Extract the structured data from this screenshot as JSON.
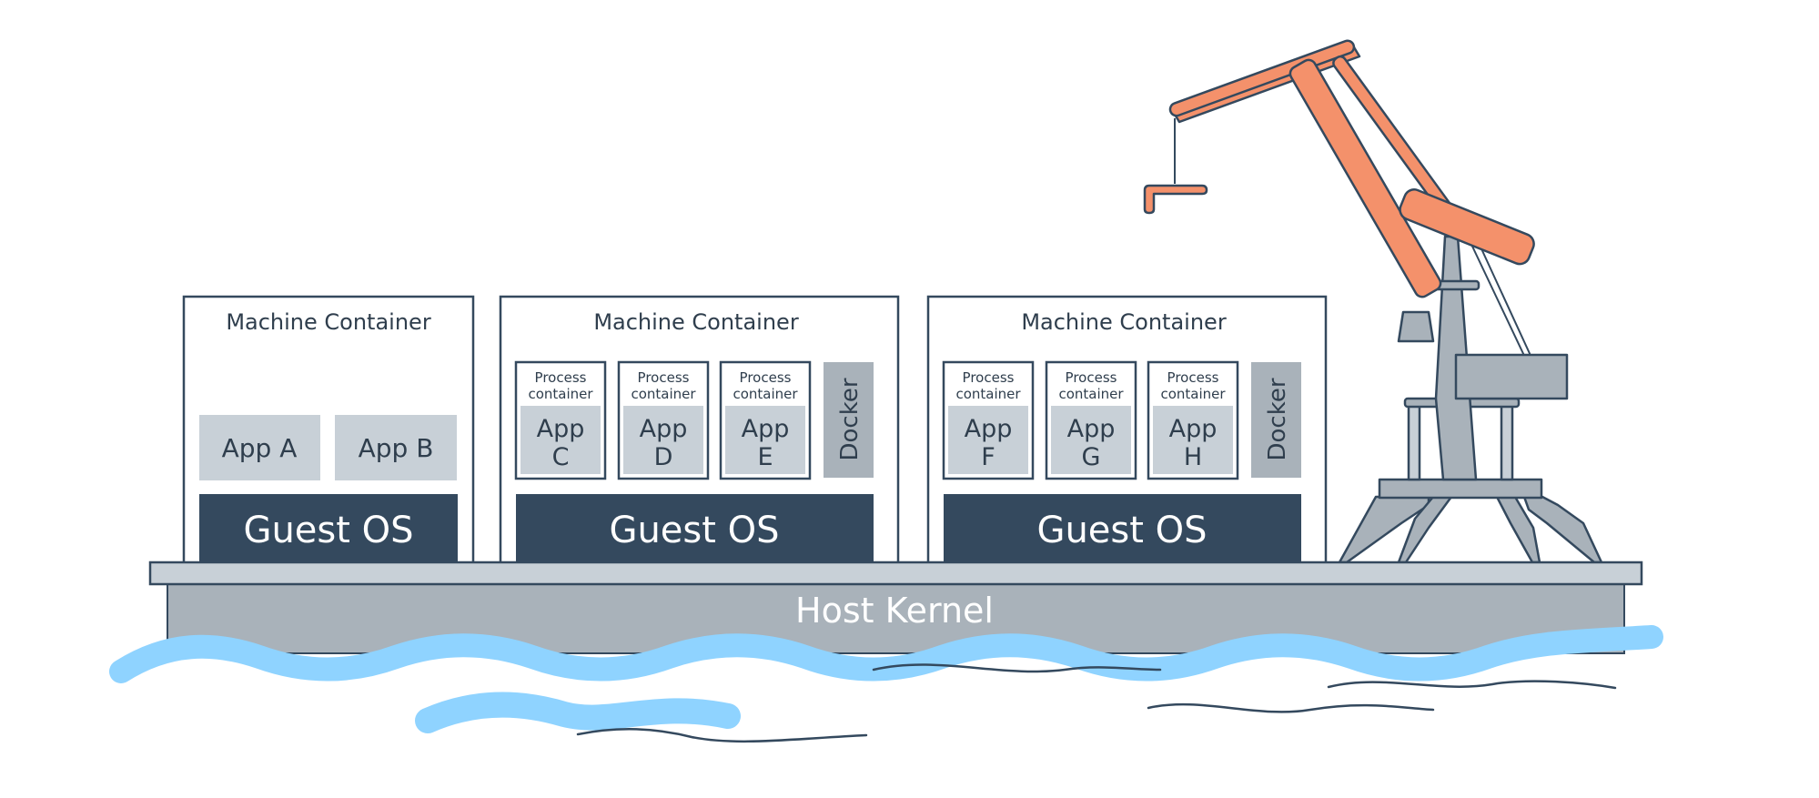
{
  "kernel": {
    "label": "Host Kernel"
  },
  "machines": [
    {
      "title": "Machine Container",
      "os_label": "Guest OS",
      "apps": [
        {
          "label": "App A"
        },
        {
          "label": "App B"
        }
      ]
    },
    {
      "title": "Machine Container",
      "os_label": "Guest OS",
      "docker_label": "Docker",
      "processes": [
        {
          "title_line1": "Process",
          "title_line2": "container",
          "app_line1": "App",
          "app_line2": "C"
        },
        {
          "title_line1": "Process",
          "title_line2": "container",
          "app_line1": "App",
          "app_line2": "D"
        },
        {
          "title_line1": "Process",
          "title_line2": "container",
          "app_line1": "App",
          "app_line2": "E"
        }
      ]
    },
    {
      "title": "Machine Container",
      "os_label": "Guest OS",
      "docker_label": "Docker",
      "processes": [
        {
          "title_line1": "Process",
          "title_line2": "container",
          "app_line1": "App",
          "app_line2": "F"
        },
        {
          "title_line1": "Process",
          "title_line2": "container",
          "app_line1": "App",
          "app_line2": "G"
        },
        {
          "title_line1": "Process",
          "title_line2": "container",
          "app_line1": "App",
          "app_line2": "H"
        }
      ]
    }
  ],
  "colors": {
    "outline": "#34495e",
    "dark_os": "#34495e",
    "app_fill": "#c8d0d7",
    "docker_fill": "#a9b2ba",
    "kernel_fill": "#a9b2ba",
    "deck_fill": "#c8d0d7",
    "crane_orange": "#f4916b",
    "water_blue": "#8fd3ff"
  }
}
